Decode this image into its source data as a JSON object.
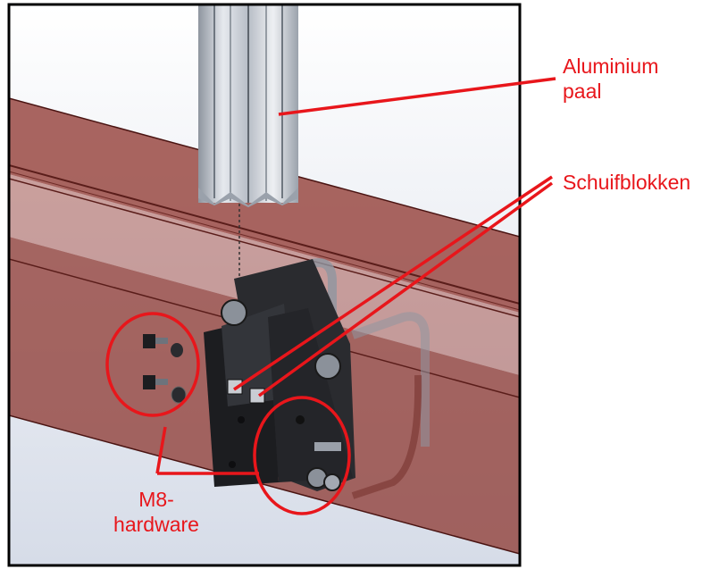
{
  "figure": {
    "title": "",
    "colors": {
      "callout": "#e8161b",
      "beam": "#8a3a34",
      "post": "#c9ced6",
      "bracket": "#1c1d20",
      "frame": "#000000"
    }
  },
  "labels": {
    "aluminium_post": "Aluminium\npaal",
    "slide_blocks": "Schuifblokken",
    "m8_hardware": "M8-\nhardware"
  }
}
